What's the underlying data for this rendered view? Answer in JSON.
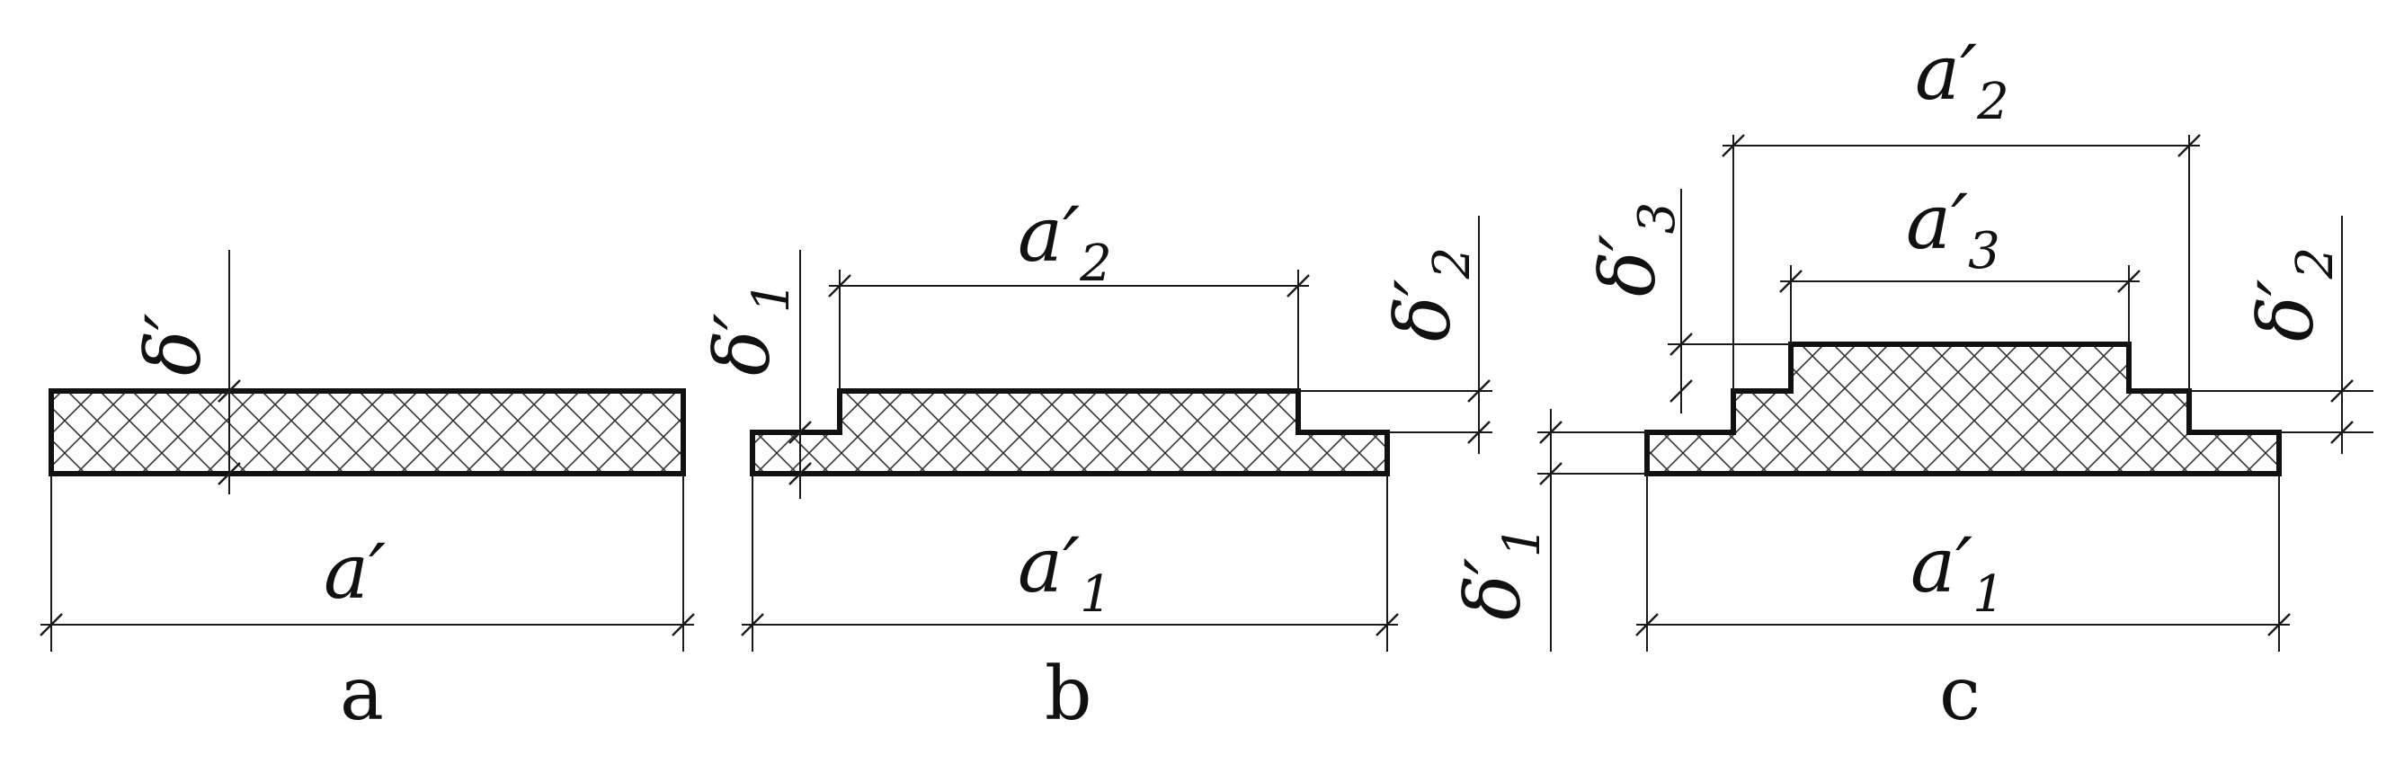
{
  "captions": {
    "a": "a",
    "b": "b",
    "c": "c"
  },
  "panel_a": {
    "thickness": {
      "sym": "δ′"
    },
    "width": {
      "sym": "a′"
    }
  },
  "panel_b": {
    "top_width": {
      "sym": "a′",
      "sub": "2"
    },
    "bottom_width": {
      "sym": "a′",
      "sub": "1"
    },
    "thickness_1": {
      "sym": "δ′",
      "sub": "1"
    },
    "thickness_2": {
      "sym": "δ′",
      "sub": "2"
    }
  },
  "panel_c": {
    "mid_width": {
      "sym": "a′",
      "sub": "2"
    },
    "top_width": {
      "sym": "a′",
      "sub": "3"
    },
    "bottom_width": {
      "sym": "a′",
      "sub": "1"
    },
    "thickness_1": {
      "sym": "δ′",
      "sub": "1"
    },
    "thickness_2": {
      "sym": "δ′",
      "sub": "2"
    },
    "thickness_3": {
      "sym": "δ′",
      "sub": "3"
    }
  },
  "colors": {
    "line": "#111111",
    "background": "#ffffff"
  }
}
